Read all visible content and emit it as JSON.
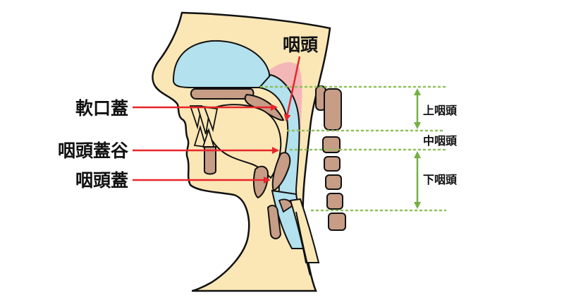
{
  "labels": {
    "pharynx": "咽頭",
    "soft_palate": "軟口蓋",
    "vallecula": "咽頭蓋谷",
    "epiglottis": "咽頭蓋"
  },
  "regions": {
    "upper": "上咽頭",
    "middle": "中咽頭",
    "lower": "下咽頭"
  },
  "colors": {
    "skin": "#fbe7b6",
    "airway": "#b3e1ee",
    "pharynx_wall": "#f4b7b8",
    "bone": "#c79d86",
    "arrow": "#e8262a",
    "dotted": "#8dc05a",
    "region_bar": "#76b043",
    "outline": "#111111"
  }
}
